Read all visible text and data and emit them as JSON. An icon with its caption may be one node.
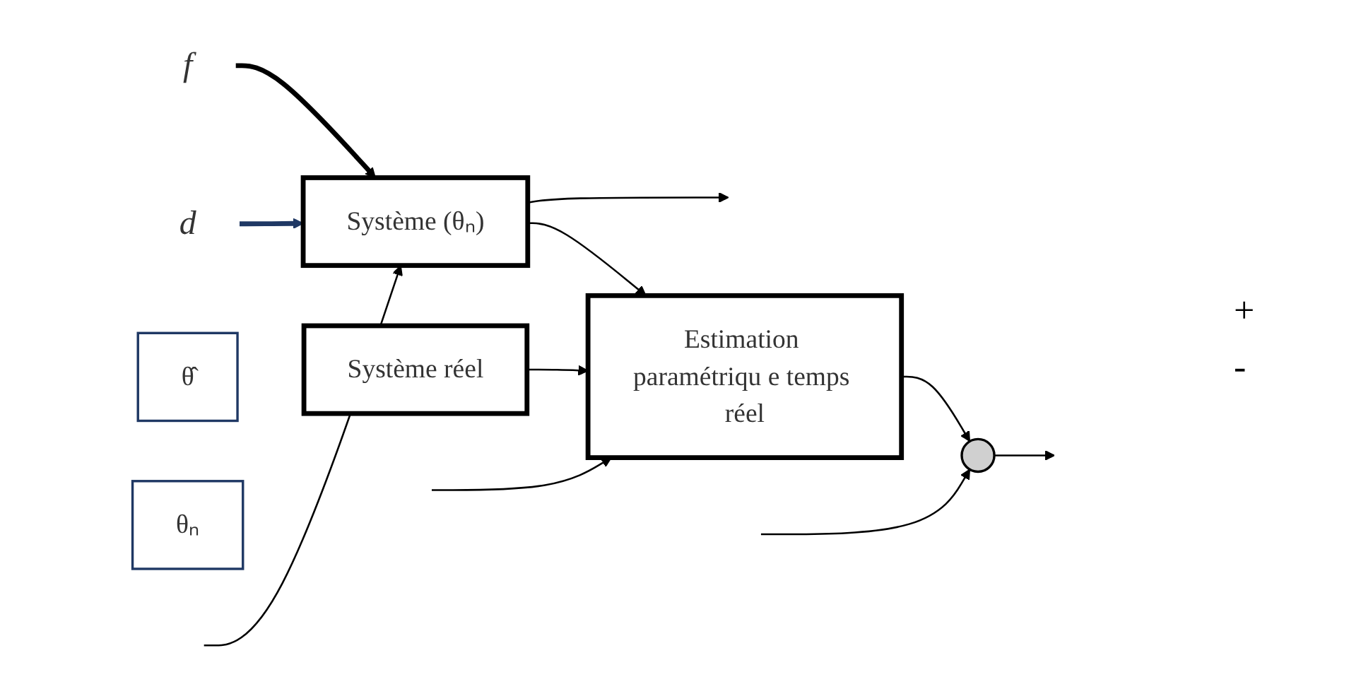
{
  "diagram": {
    "nodes": [
      {
        "text": [
          "f"
        ]
      },
      {
        "text": [
          "d"
        ]
      },
      {
        "text": [
          "Système (θₙ)"
        ]
      },
      {
        "text": [
          "Estimation paramétriqu e temps réel"
        ]
      },
      {
        "text": [
          "Système réel"
        ]
      },
      {
        "text": [
          "θ̂"
        ]
      },
      {
        "text": [
          "θₙ"
        ]
      },
      {
        "text": [],
        "shape": "circle"
      }
    ],
    "edges": [
      {
        "from": 0,
        "to": 2,
        "arrow": "to",
        "style": "thick"
      },
      {
        "from": 1,
        "to": 2,
        "arrow": "to",
        "style": "thick",
        "color": "#1f3864"
      },
      {
        "from": null,
        "to": 2,
        "arrow": "to"
      },
      {
        "from": 2,
        "to": null,
        "arrow": "to"
      },
      {
        "from": null,
        "to": 3,
        "arrow": "to"
      },
      {
        "from": 2,
        "to": 3,
        "arrow": "to"
      },
      {
        "from": 4,
        "to": 3,
        "arrow": "to"
      },
      {
        "from": 3,
        "to": 7,
        "arrow": "to"
      },
      {
        "from": null,
        "to": 7,
        "arrow": "to"
      },
      {
        "from": 7,
        "to": null,
        "arrow": "to"
      }
    ],
    "labels": [
      "+",
      "-"
    ]
  }
}
